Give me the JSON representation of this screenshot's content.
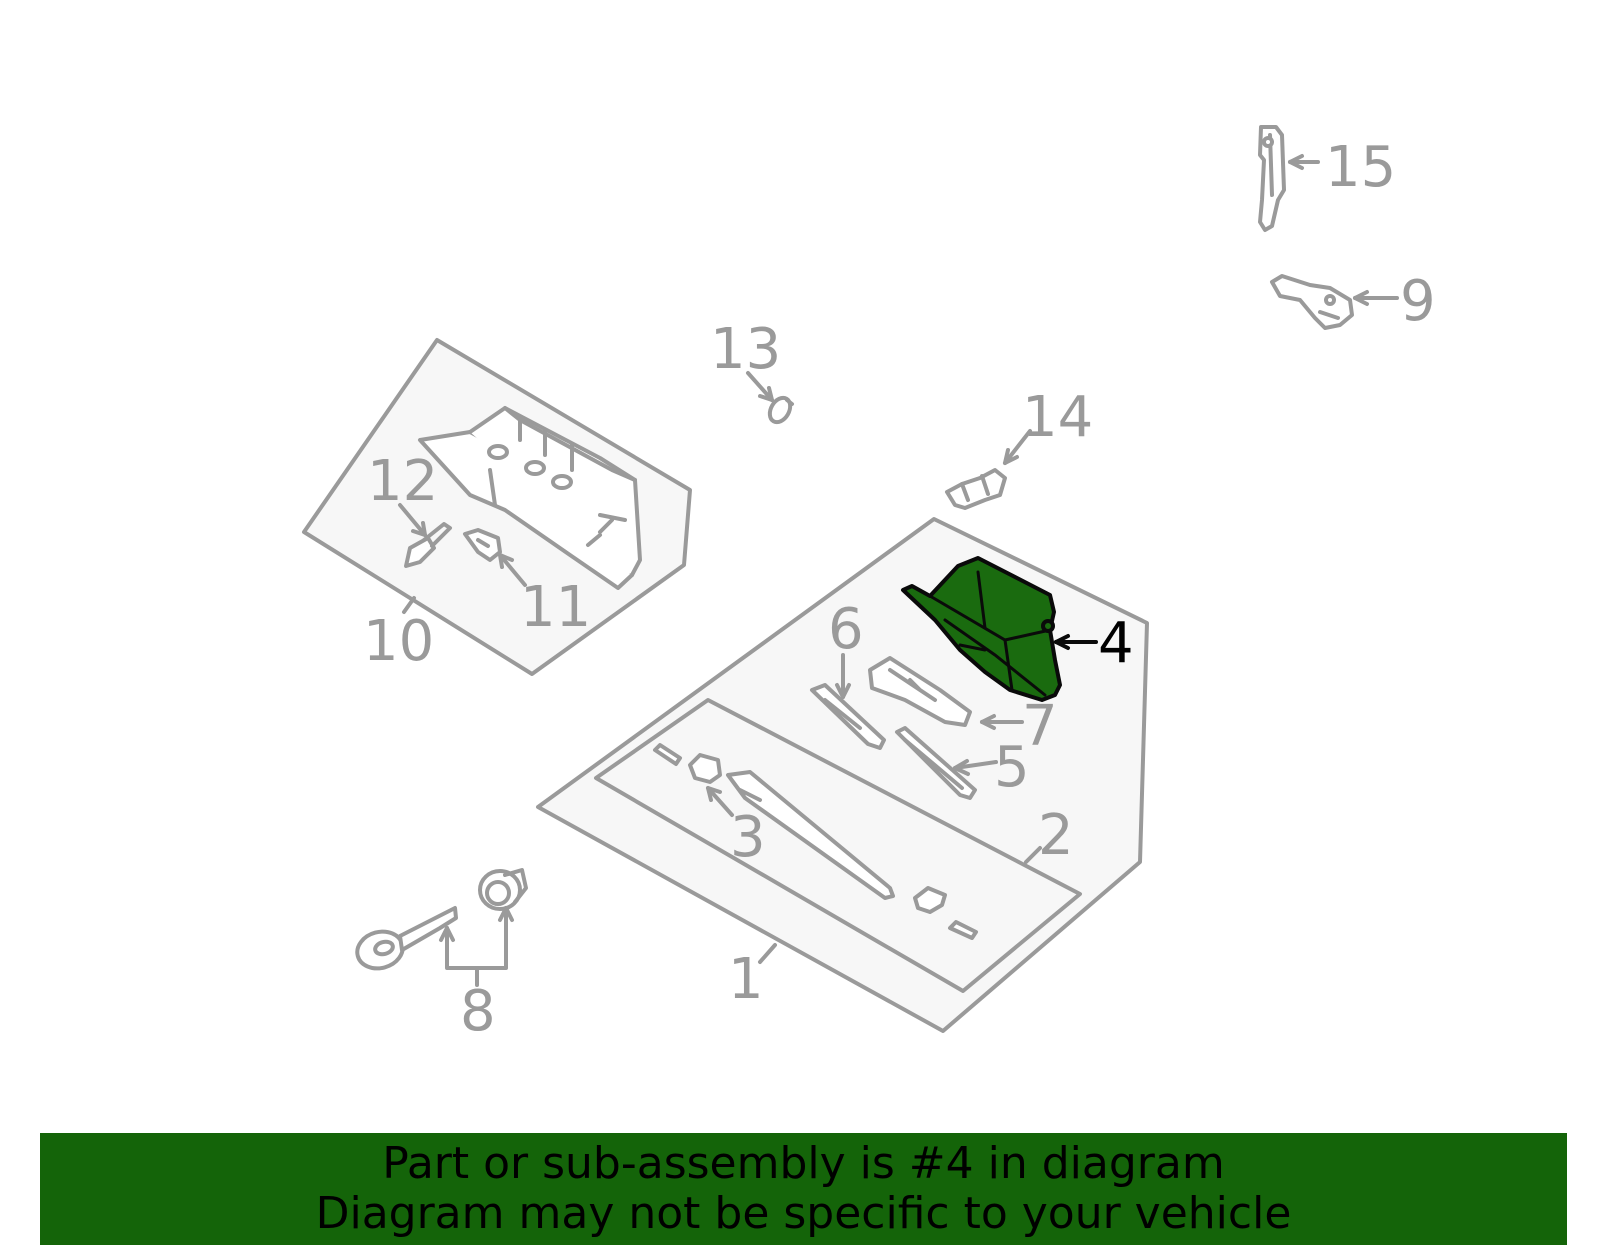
{
  "callouts": {
    "c1": "1",
    "c2": "2",
    "c3": "3",
    "c4": "4",
    "c5": "5",
    "c6": "6",
    "c7": "7",
    "c8": "8",
    "c9": "9",
    "c10": "10",
    "c11": "11",
    "c12": "12",
    "c13": "13",
    "c14": "14",
    "c15": "15"
  },
  "highlighted_part": "4",
  "colors": {
    "highlight_fill": "#1a6b0f",
    "banner": "#146409",
    "line": "#9a9a9a",
    "panel": "#f7f7f7"
  },
  "footer": {
    "line1": "Part or sub-assembly is #4 in diagram",
    "line2": "Diagram may not be specific to your vehicle"
  }
}
